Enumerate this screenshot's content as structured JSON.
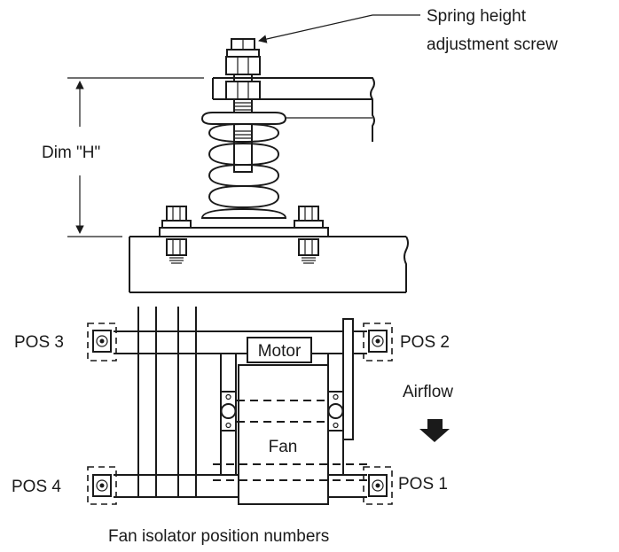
{
  "labels": {
    "spring_screw_line1": "Spring height",
    "spring_screw_line2": "adjustment screw",
    "dim_h": "Dim \"H\"",
    "pos3": "POS 3",
    "pos2": "POS 2",
    "pos4": "POS 4",
    "pos1": "POS 1",
    "motor": "Motor",
    "fan": "Fan",
    "airflow": "Airflow",
    "caption": "Fan isolator position numbers"
  }
}
